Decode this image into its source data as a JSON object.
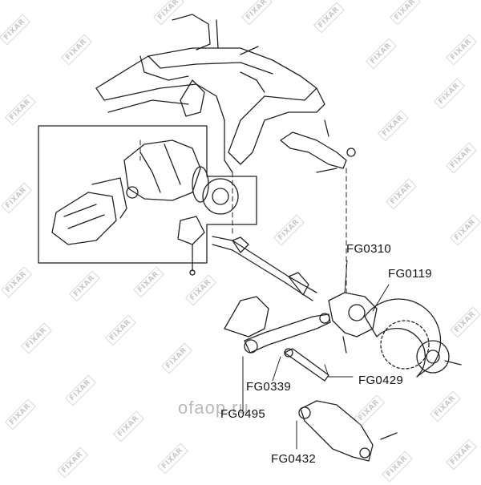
{
  "watermark_text": "FIXAR",
  "brand_text": "ofaop.ru",
  "part_labels": [
    "FG0310",
    "FG0119",
    "FG0339",
    "FG0429",
    "FG0495",
    "FG0432"
  ]
}
